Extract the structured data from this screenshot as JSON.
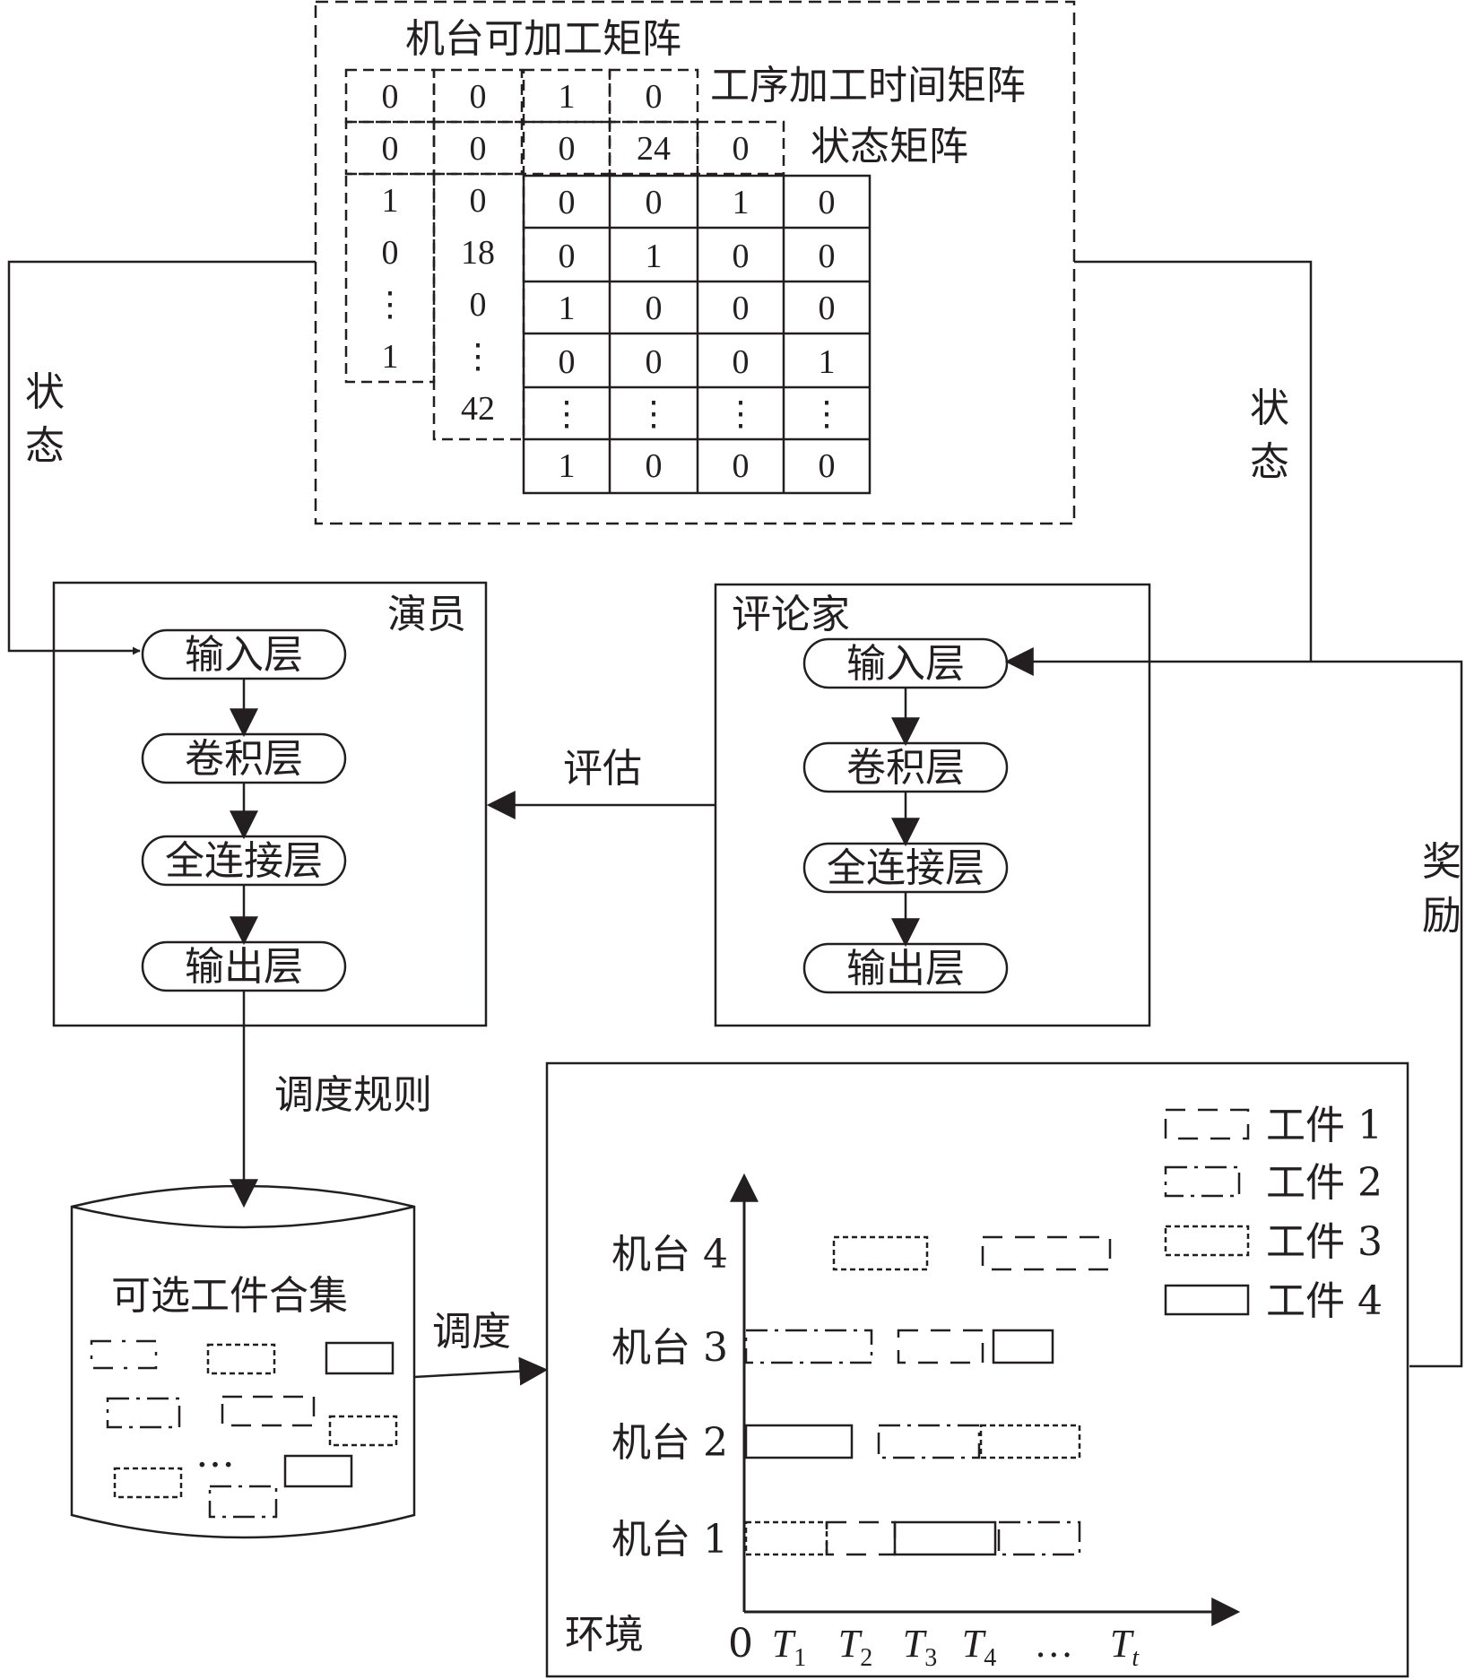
{
  "matrices": {
    "title_machine": "机台可加工矩阵",
    "title_time": "工序加工时间矩阵",
    "title_state": "状态矩阵",
    "machine_matrix": [
      [
        "0",
        "0",
        "1",
        "0"
      ],
      [
        "0",
        "0",
        "0",
        "24",
        "0"
      ]
    ],
    "left_col_a": [
      "1",
      "0",
      "⋮",
      "1"
    ],
    "left_col_b": [
      "0",
      "18",
      "0",
      "⋮",
      "42"
    ],
    "state_matrix": [
      [
        "0",
        "0",
        "1",
        "0"
      ],
      [
        "0",
        "1",
        "0",
        "0"
      ],
      [
        "1",
        "0",
        "0",
        "0"
      ],
      [
        "0",
        "0",
        "0",
        "1"
      ],
      [
        "⋮",
        "⋮",
        "⋮",
        "⋮"
      ],
      [
        "1",
        "0",
        "0",
        "0"
      ]
    ]
  },
  "labels": {
    "state_left": "状态",
    "state_right": "状态",
    "evaluate": "评估",
    "reward": "奖励",
    "dispatch_rule": "调度规则",
    "dispatch": "调度",
    "env": "环境"
  },
  "actor": {
    "title": "演员",
    "layers": [
      "输入层",
      "卷积层",
      "全连接层",
      "输出层"
    ]
  },
  "critic": {
    "title": "评论家",
    "layers": [
      "输入层",
      "卷积层",
      "全连接层",
      "输出层"
    ]
  },
  "pool": {
    "title": "可选工件合集",
    "ellipsis": "…"
  },
  "gantt": {
    "machines": [
      "机台 4",
      "机台 3",
      "机台 2",
      "机台 1"
    ],
    "legend": [
      "工件 1",
      "工件 2",
      "工件 3",
      "工件 4"
    ],
    "x_origin": "0",
    "x_ticks": [
      {
        "base": "T",
        "sub": "1"
      },
      {
        "base": "T",
        "sub": "2"
      },
      {
        "base": "T",
        "sub": "3"
      },
      {
        "base": "T",
        "sub": "4"
      },
      {
        "base": "…",
        "sub": ""
      },
      {
        "base": "T",
        "sub": "t"
      }
    ]
  }
}
